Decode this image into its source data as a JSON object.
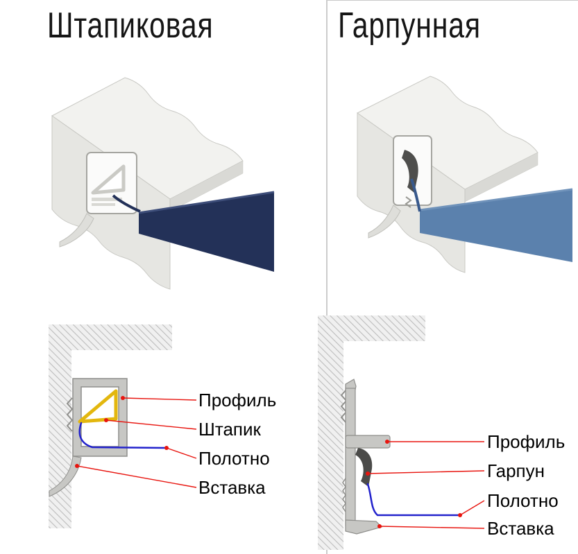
{
  "panels": {
    "left": {
      "title": "Штапиковая",
      "labels": {
        "profile": "Профиль",
        "bead": "Штапик",
        "canvas": "Полотно",
        "insert": "Вставка"
      }
    },
    "right": {
      "title": "Гарпунная",
      "labels": {
        "profile": "Профиль",
        "harpoon": "Гарпун",
        "canvas": "Полотно",
        "insert": "Вставка"
      }
    }
  },
  "colors": {
    "fabric_left_navy": "#233158",
    "fabric_right_blue": "#5b81ad",
    "bead_yellow": "#e3b70e",
    "canvas_line_blue": "#2222cc",
    "leader_red": "#e8150f",
    "profile_gray": "#c7c7c4",
    "harpoon_dark": "#4b4b49",
    "hatch_gray": "#bdbdbd",
    "divider_gray": "#cccccc"
  }
}
